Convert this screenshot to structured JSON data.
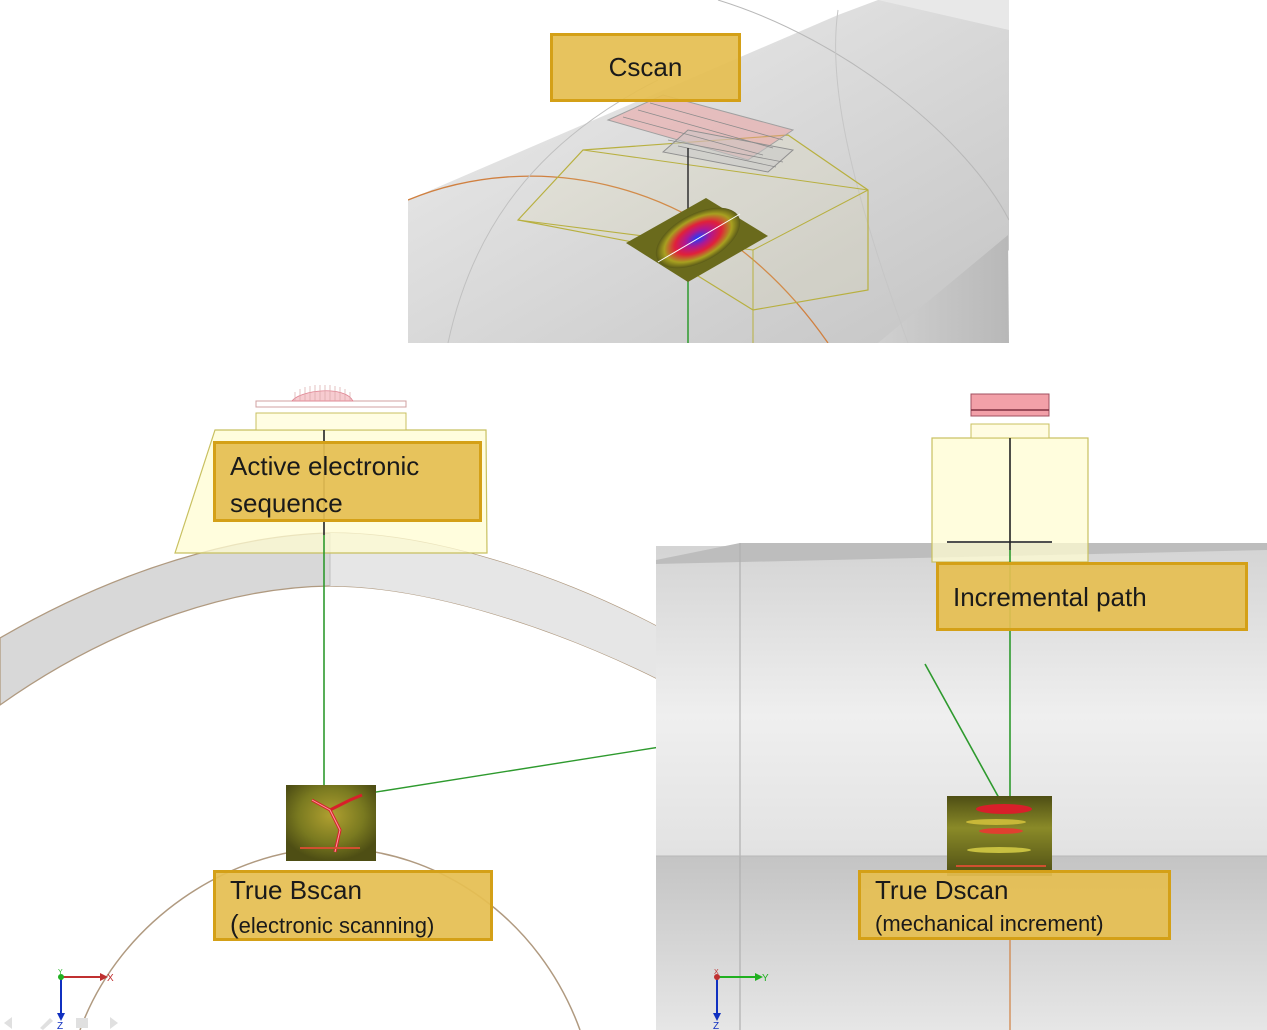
{
  "labels": {
    "cscan": "Cscan",
    "active_line1": "Active electronic",
    "active_line2": "sequence",
    "incremental": "Incremental path",
    "bscan_line1": "True Bscan",
    "bscan_line2_paren_open": "(",
    "bscan_line2": "electronic scanning)",
    "dscan_line1": "True Dscan",
    "dscan_line2": "(mechanical increment)"
  },
  "axes": {
    "left": {
      "horizontal": "X",
      "vertical": "Z",
      "corner": "Y"
    },
    "right": {
      "horizontal": "Y",
      "vertical": "Z",
      "corner": "X"
    }
  },
  "colors": {
    "label_fill": "#e5be52",
    "label_border": "#d4a017",
    "beam_green": "#2e9a2e",
    "frame_olive": "#b8b040",
    "scan_red": "#d81f2a",
    "scan_blue": "#2040ff",
    "part_gray": "#c8c8c8"
  },
  "icons": [
    "axis-triad-icon",
    "nav-arrow-left-icon",
    "nav-arrow-right-icon",
    "menu-icon",
    "pen-icon"
  ]
}
